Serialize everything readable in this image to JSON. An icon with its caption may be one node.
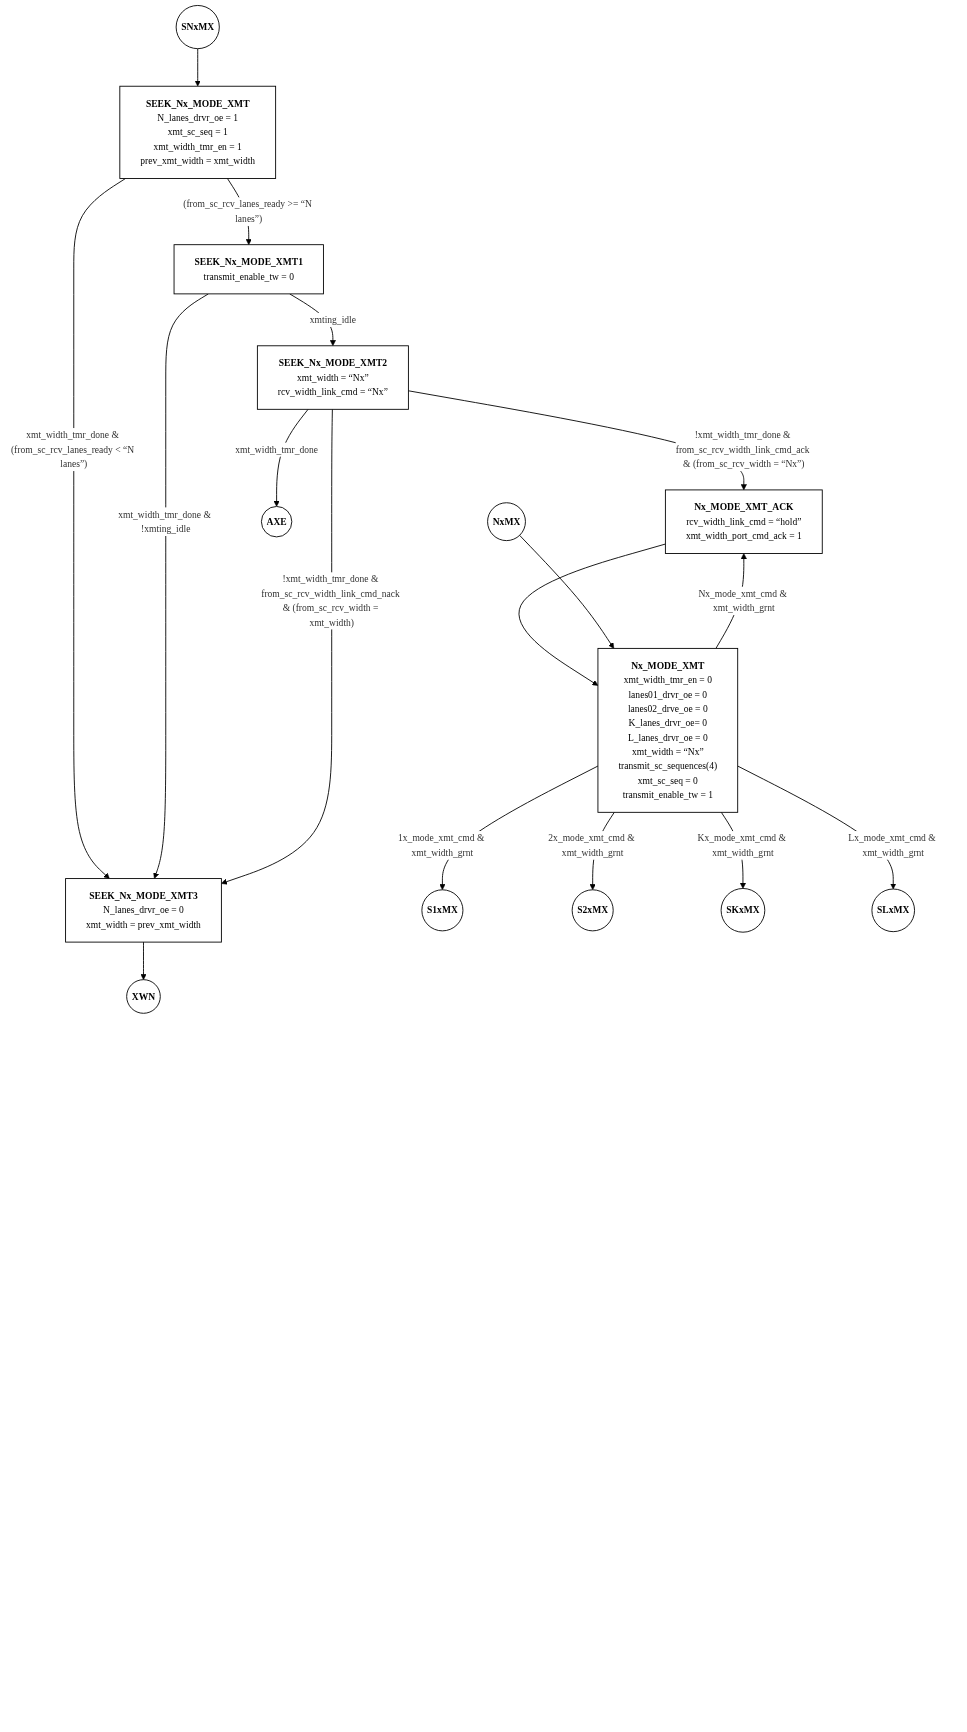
{
  "diagram": {
    "nodes": [
      {
        "text": [
          "SNxMX"
        ]
      },
      {
        "text": [
          "NxMX"
        ]
      },
      {
        "text": [
          "SEEK_Nx_MODE_XMT",
          "N_lanes_drvr_oe = 1",
          "xmt_sc_seq = 1",
          "xmt_width_tmr_en = 1",
          "prev_xmt_width = xmt_width"
        ]
      },
      {
        "text": [
          "SEEK_Nx_MODE_XMT1",
          "transmit_enable_tw = 0"
        ]
      },
      {
        "text": [
          "SEEK_Nx_MODE_XMT2",
          "xmt_width = “Nx”",
          "rcv_width_link_cmd = “Nx”"
        ]
      },
      {
        "text": [
          "Nx_MODE_XMT_ACK",
          "rcv_width_link_cmd = “hold”",
          "xmt_width_port_cmd_ack = 1"
        ]
      },
      {
        "text": [
          "Nx_MODE_XMT",
          "xmt_width_tmr_en = 0",
          "lanes01_drvr_oe = 0",
          "lanes02_drve_oe = 0",
          "K_lanes_drvr_oe= 0",
          "L_lanes_drvr_oe = 0",
          "xmt_width = “Nx”",
          "transmit_sc_sequences(4)",
          "xmt_sc_seq = 0",
          "transmit_enable_tw = 1"
        ]
      },
      {
        "text": [
          "SEEK_Nx_MODE_XMT3",
          "N_lanes_drvr_oe = 0",
          "xmt_width = prev_xmt_width"
        ]
      },
      {
        "text": [
          "XWN"
        ]
      },
      {
        "text": [
          "AXE"
        ]
      },
      {
        "text": [
          "S1xMX"
        ]
      },
      {
        "text": [
          "S2xMX"
        ]
      },
      {
        "text": [
          "SKxMX"
        ]
      },
      {
        "text": [
          "SLxMX"
        ]
      }
    ],
    "edges": [
      {
        "from": 0,
        "to": 2,
        "arrow": "to"
      },
      {
        "from": 2,
        "to": 3,
        "label": "(from_sc_rcv_lanes_ready >= “N lanes”)",
        "arrow": "to"
      },
      {
        "from": 2,
        "to": 7,
        "label": "xmt_width_tmr_done & (from_sc_rcv_lanes_ready < “N lanes”)",
        "arrow": "to"
      },
      {
        "from": 3,
        "to": 4,
        "label": "xmting_idle",
        "arrow": "to"
      },
      {
        "from": 3,
        "to": 7,
        "label": "xmt_width_tmr_done & !xmting_idle",
        "arrow": "to"
      },
      {
        "from": 4,
        "to": 7,
        "label": "!xmt_width_tmr_done & from_sc_rcv_width_link_cmd_nack & (from_sc_rcv_width = xmt_width)",
        "arrow": "to"
      },
      {
        "from": 4,
        "to": 9,
        "label": "xmt_width_tmr_done",
        "arrow": "to"
      },
      {
        "from": 4,
        "to": 5,
        "label": "!xmt_width_tmr_done & from_sc_rcv_width_link_cmd_ack & (from_sc_rcv_width = “Nx”)",
        "arrow": "to"
      },
      {
        "from": 6,
        "to": 5,
        "label": "Nx_mode_xmt_cmd & xmt_width_grnt",
        "arrow": "to"
      },
      {
        "from": 5,
        "to": 6,
        "arrow": "to"
      },
      {
        "from": 1,
        "to": 6,
        "arrow": "to"
      },
      {
        "from": 6,
        "to": 10,
        "label": "1x_mode_xmt_cmd & xmt_width_grnt",
        "arrow": "to"
      },
      {
        "from": 6,
        "to": 11,
        "label": "2x_mode_xmt_cmd & xmt_width_grnt",
        "arrow": "to"
      },
      {
        "from": 6,
        "to": 12,
        "label": "Kx_mode_xmt_cmd & xmt_width_grnt",
        "arrow": "to"
      },
      {
        "from": 6,
        "to": 13,
        "label": "Lx_mode_xmt_cmd & xmt_width_grnt",
        "arrow": "to"
      },
      {
        "from": 7,
        "to": 8,
        "arrow": "to"
      }
    ]
  }
}
